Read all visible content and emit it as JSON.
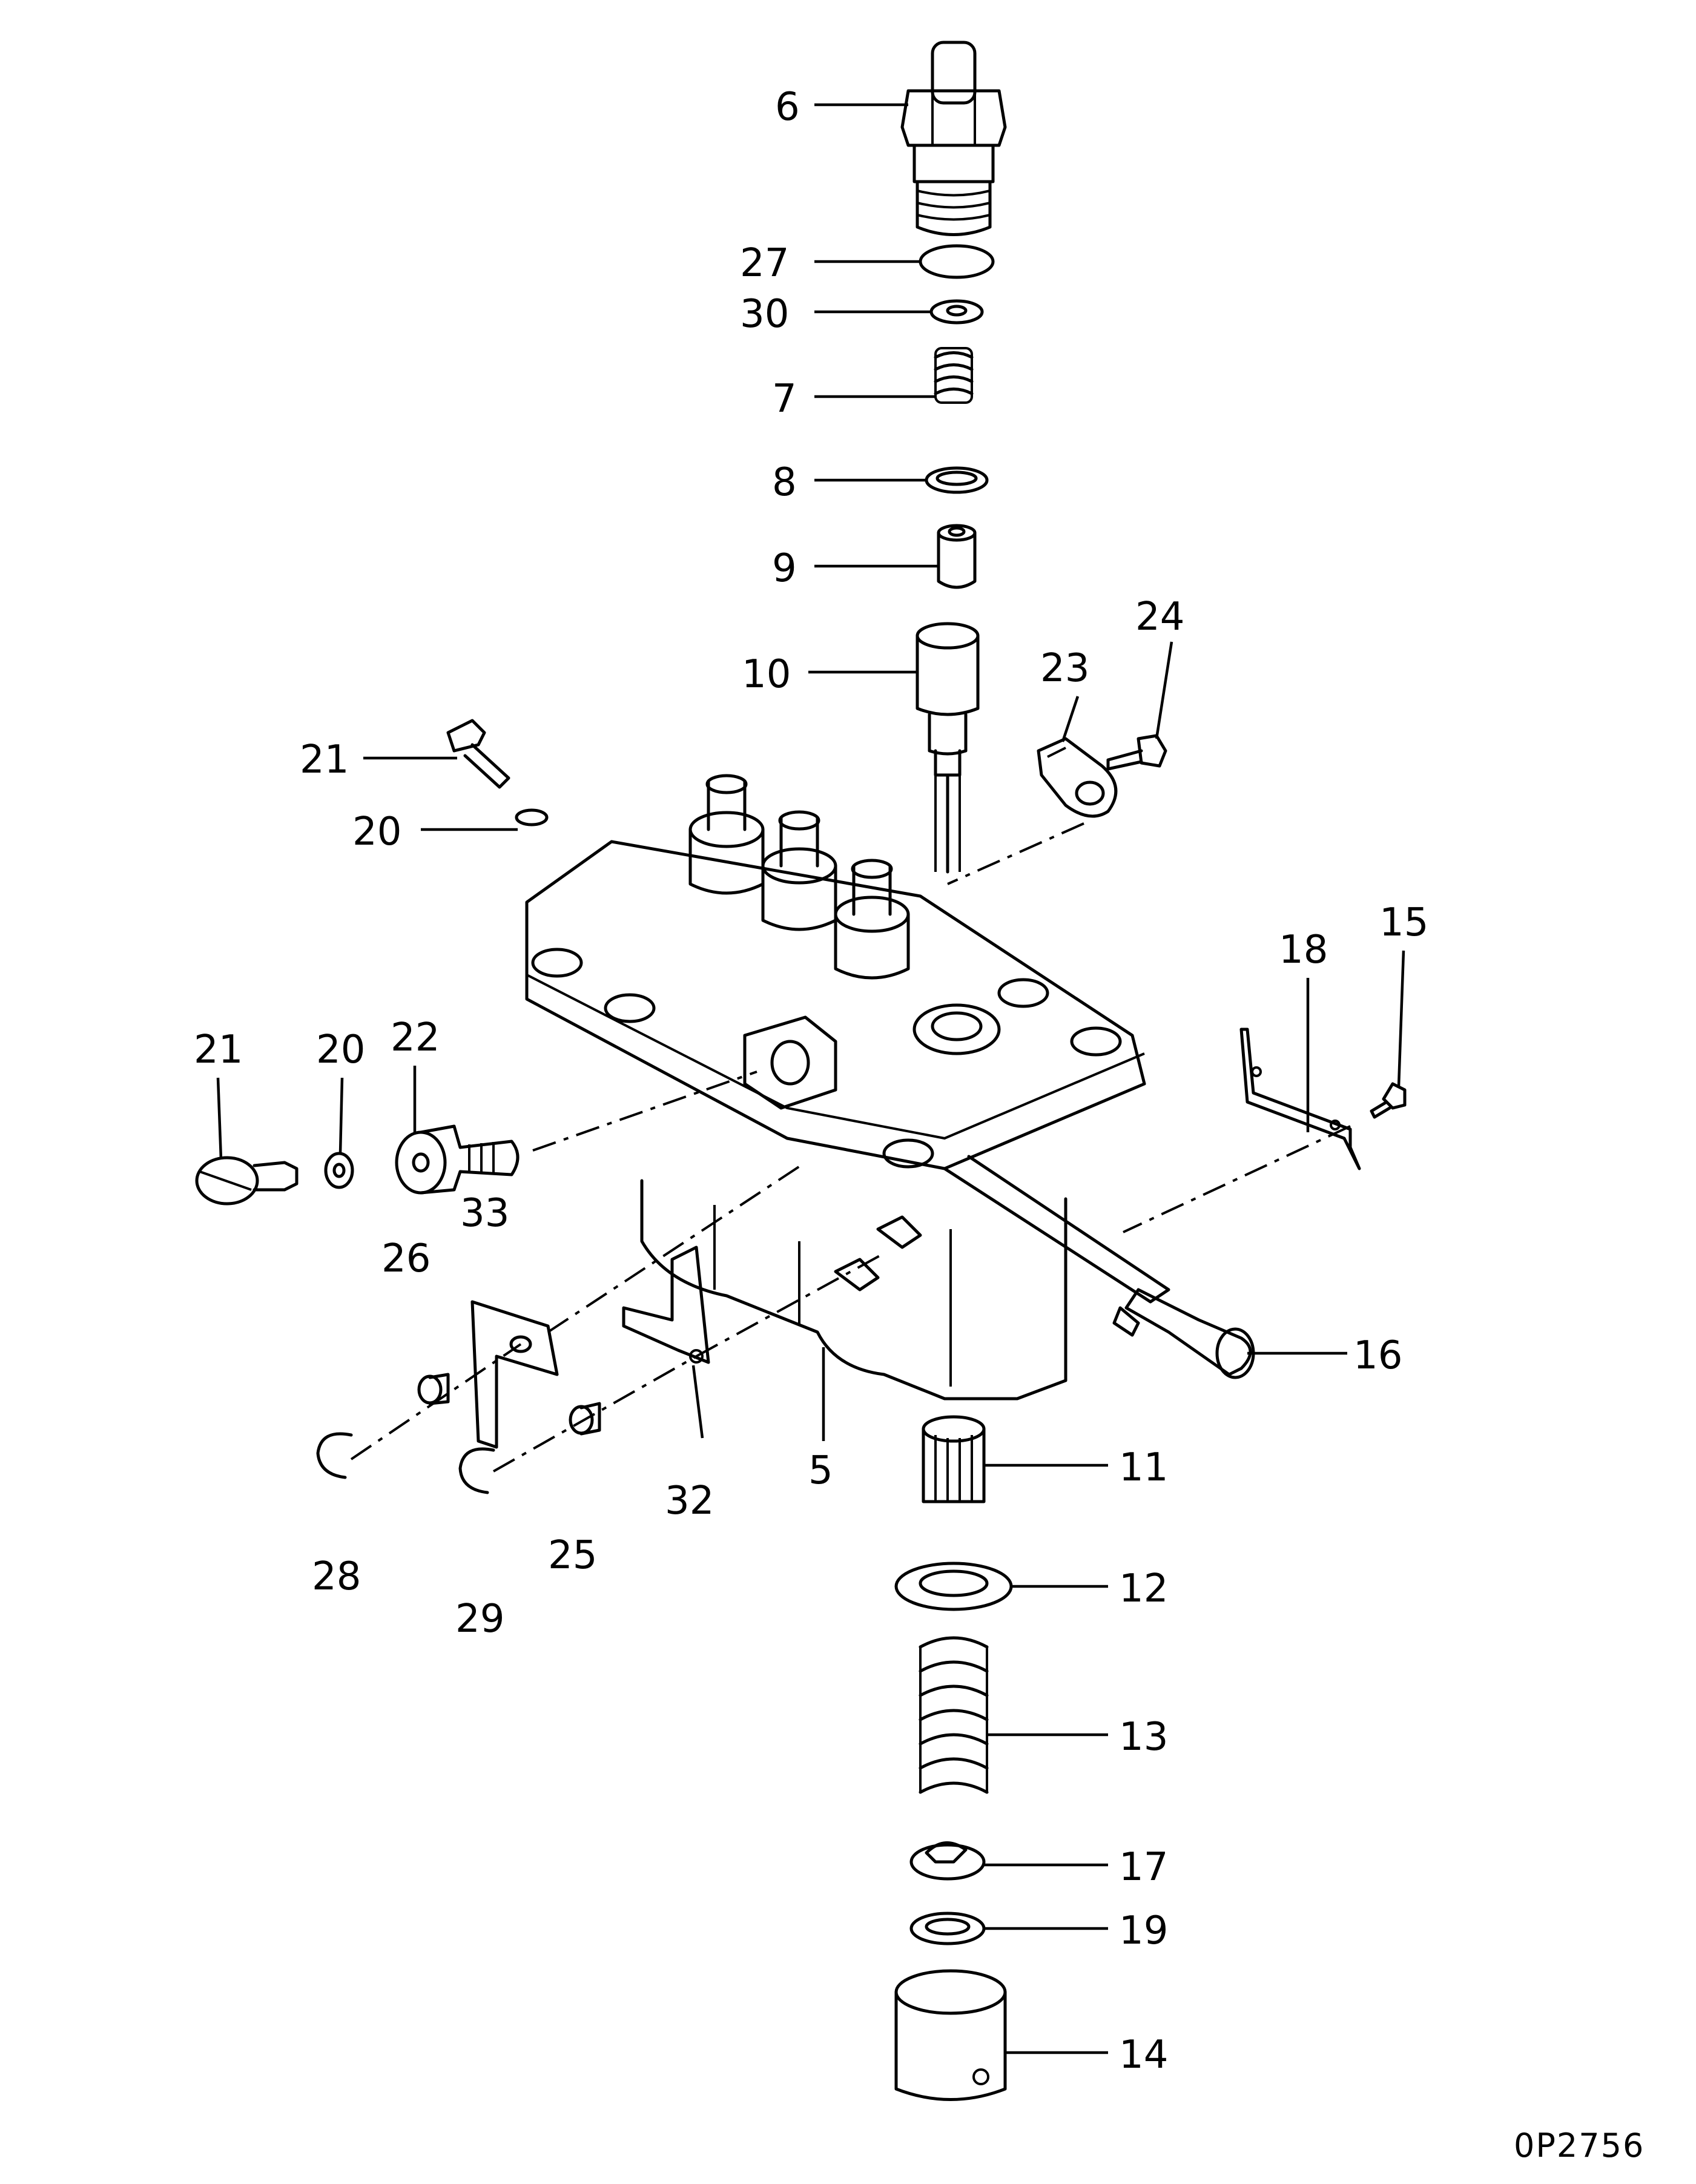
{
  "drawing": {
    "reference_code": "0P2756"
  },
  "callouts": {
    "p6": "6",
    "p27": "27",
    "p30": "30",
    "p7": "7",
    "p8": "8",
    "p9": "9",
    "p10": "10",
    "p21a": "21",
    "p20a": "20",
    "p23": "23",
    "p24": "24",
    "p21b": "21",
    "p20b": "20",
    "p22": "22",
    "p18": "18",
    "p15": "15",
    "p33": "33",
    "p26": "26",
    "p28": "28",
    "p29": "29",
    "p25": "25",
    "p32": "32",
    "p5": "5",
    "p16": "16",
    "p11": "11",
    "p12": "12",
    "p13": "13",
    "p17": "17",
    "p19": "19",
    "p14": "14"
  }
}
